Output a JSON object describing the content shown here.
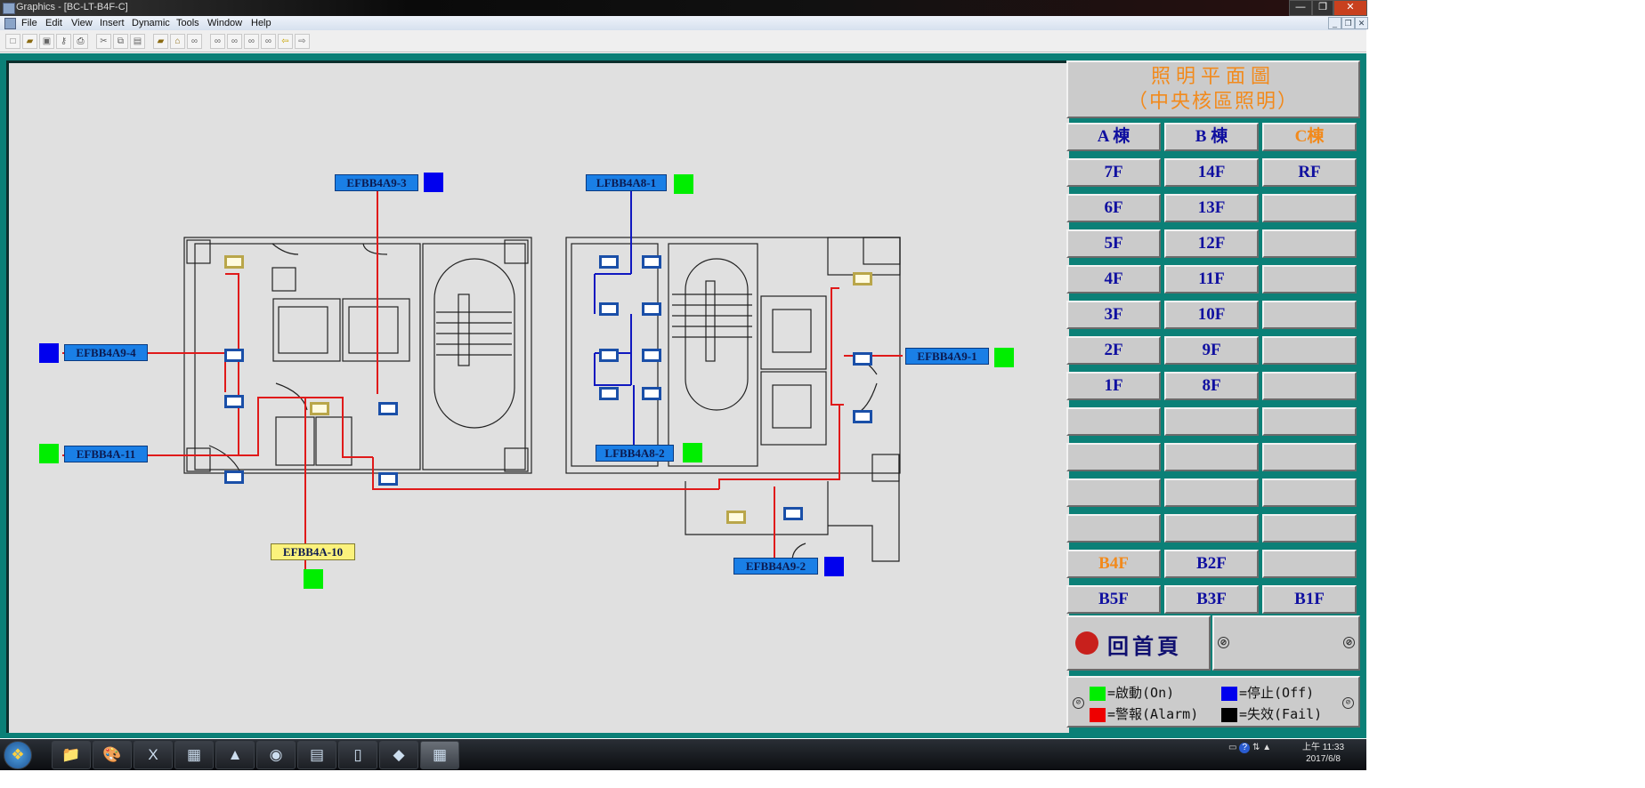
{
  "window": {
    "title": "Graphics - [BC-LT-B4F-C]",
    "controls": {
      "minimize": "—",
      "restore": "❐",
      "close": "✕"
    }
  },
  "menubar": {
    "items": [
      "File",
      "Edit",
      "View",
      "Insert",
      "Dynamic",
      "Tools",
      "Window",
      "Help"
    ],
    "mdi_controls": {
      "minimize": "_",
      "restore": "❐",
      "close": "✕"
    }
  },
  "toolbar": {
    "buttons": [
      {
        "name": "new-icon",
        "glyph": "□"
      },
      {
        "name": "open-icon",
        "glyph": "▰"
      },
      {
        "name": "save-icon",
        "glyph": "▣"
      },
      {
        "name": "key-icon",
        "glyph": "⚷"
      },
      {
        "name": "print-icon",
        "glyph": "⎙"
      },
      {
        "name": "cut-icon",
        "glyph": "✂"
      },
      {
        "name": "copy-icon",
        "glyph": "⧉"
      },
      {
        "name": "paste-icon",
        "glyph": "▤"
      },
      {
        "name": "open-display-icon",
        "glyph": "▰"
      },
      {
        "name": "home-icon",
        "glyph": "⌂"
      },
      {
        "name": "link-icon",
        "glyph": "∞"
      },
      {
        "name": "link-2-icon",
        "glyph": "∞"
      },
      {
        "name": "link-3-icon",
        "glyph": "∞"
      },
      {
        "name": "link-4-icon",
        "glyph": "∞"
      },
      {
        "name": "link-5-icon",
        "glyph": "∞"
      },
      {
        "name": "back-arrow-icon",
        "glyph": "⇦"
      },
      {
        "name": "forward-arrow-icon",
        "glyph": "⇨"
      }
    ]
  },
  "colors": {
    "on": "#00ee00",
    "off": "#0000ee",
    "alarm": "#ee0000",
    "fail": "#000000",
    "frame": "#0b8077",
    "label_blue": "#1a7fe6",
    "label_yellow": "#fbf27c",
    "accent_orange": "#f28a1c",
    "text_blue": "#1010a0"
  },
  "floorplan": {
    "circuits": [
      {
        "id": "EFBB4A9-3",
        "status": "off",
        "label_style": "blue"
      },
      {
        "id": "LFBB4A8-1",
        "status": "on",
        "label_style": "blue"
      },
      {
        "id": "EFBB4A9-4",
        "status": "off",
        "label_style": "blue"
      },
      {
        "id": "EFBB4A-11",
        "status": "on",
        "label_style": "blue"
      },
      {
        "id": "EFBB4A9-1",
        "status": "on",
        "label_style": "blue"
      },
      {
        "id": "LFBB4A8-2",
        "status": "on",
        "label_style": "blue"
      },
      {
        "id": "EFBB4A-10",
        "status": "on",
        "label_style": "yellow"
      },
      {
        "id": "EFBB4A9-2",
        "status": "off",
        "label_style": "blue"
      }
    ]
  },
  "panel": {
    "title_line1": "照明平面圖",
    "title_line2": "（中央核區照明）",
    "columns": [
      "A 棟",
      "B 棟",
      "C棟"
    ],
    "rows": [
      [
        "7F",
        "14F",
        "RF"
      ],
      [
        "6F",
        "13F",
        ""
      ],
      [
        "5F",
        "12F",
        ""
      ],
      [
        "4F",
        "11F",
        ""
      ],
      [
        "3F",
        "10F",
        ""
      ],
      [
        "2F",
        "9F",
        ""
      ],
      [
        "1F",
        "8F",
        ""
      ],
      [
        "",
        "",
        ""
      ],
      [
        "",
        "",
        ""
      ],
      [
        "",
        "",
        ""
      ],
      [
        "",
        "",
        ""
      ],
      [
        "B4F",
        "B2F",
        ""
      ],
      [
        "B5F",
        "B3F",
        "B1F"
      ]
    ],
    "current_floor": "B4F",
    "home_button": "回首頁",
    "legend": [
      {
        "status": "on",
        "text": "=啟動(On)"
      },
      {
        "status": "off",
        "text": "=停止(Off)"
      },
      {
        "status": "alarm",
        "text": "=警報(Alarm)"
      },
      {
        "status": "fail",
        "text": "=失效(Fail)"
      }
    ]
  },
  "taskbar": {
    "apps": [
      {
        "name": "start-button",
        "glyph": "❖"
      },
      {
        "name": "explorer-icon",
        "glyph": "📁"
      },
      {
        "name": "paint-icon",
        "glyph": "🎨"
      },
      {
        "name": "excel-icon",
        "glyph": "X"
      },
      {
        "name": "building-icon",
        "glyph": "▦"
      },
      {
        "name": "alarm-icon",
        "glyph": "▲"
      },
      {
        "name": "color-wheel-icon",
        "glyph": "◉"
      },
      {
        "name": "calendar-icon",
        "glyph": "▤"
      },
      {
        "name": "notebook-icon",
        "glyph": "▯"
      },
      {
        "name": "disk-icon",
        "glyph": "◆"
      },
      {
        "name": "graphics-app-icon",
        "glyph": "▦"
      }
    ],
    "clock_time": "上午 11:33",
    "clock_date": "2017/6/8"
  }
}
